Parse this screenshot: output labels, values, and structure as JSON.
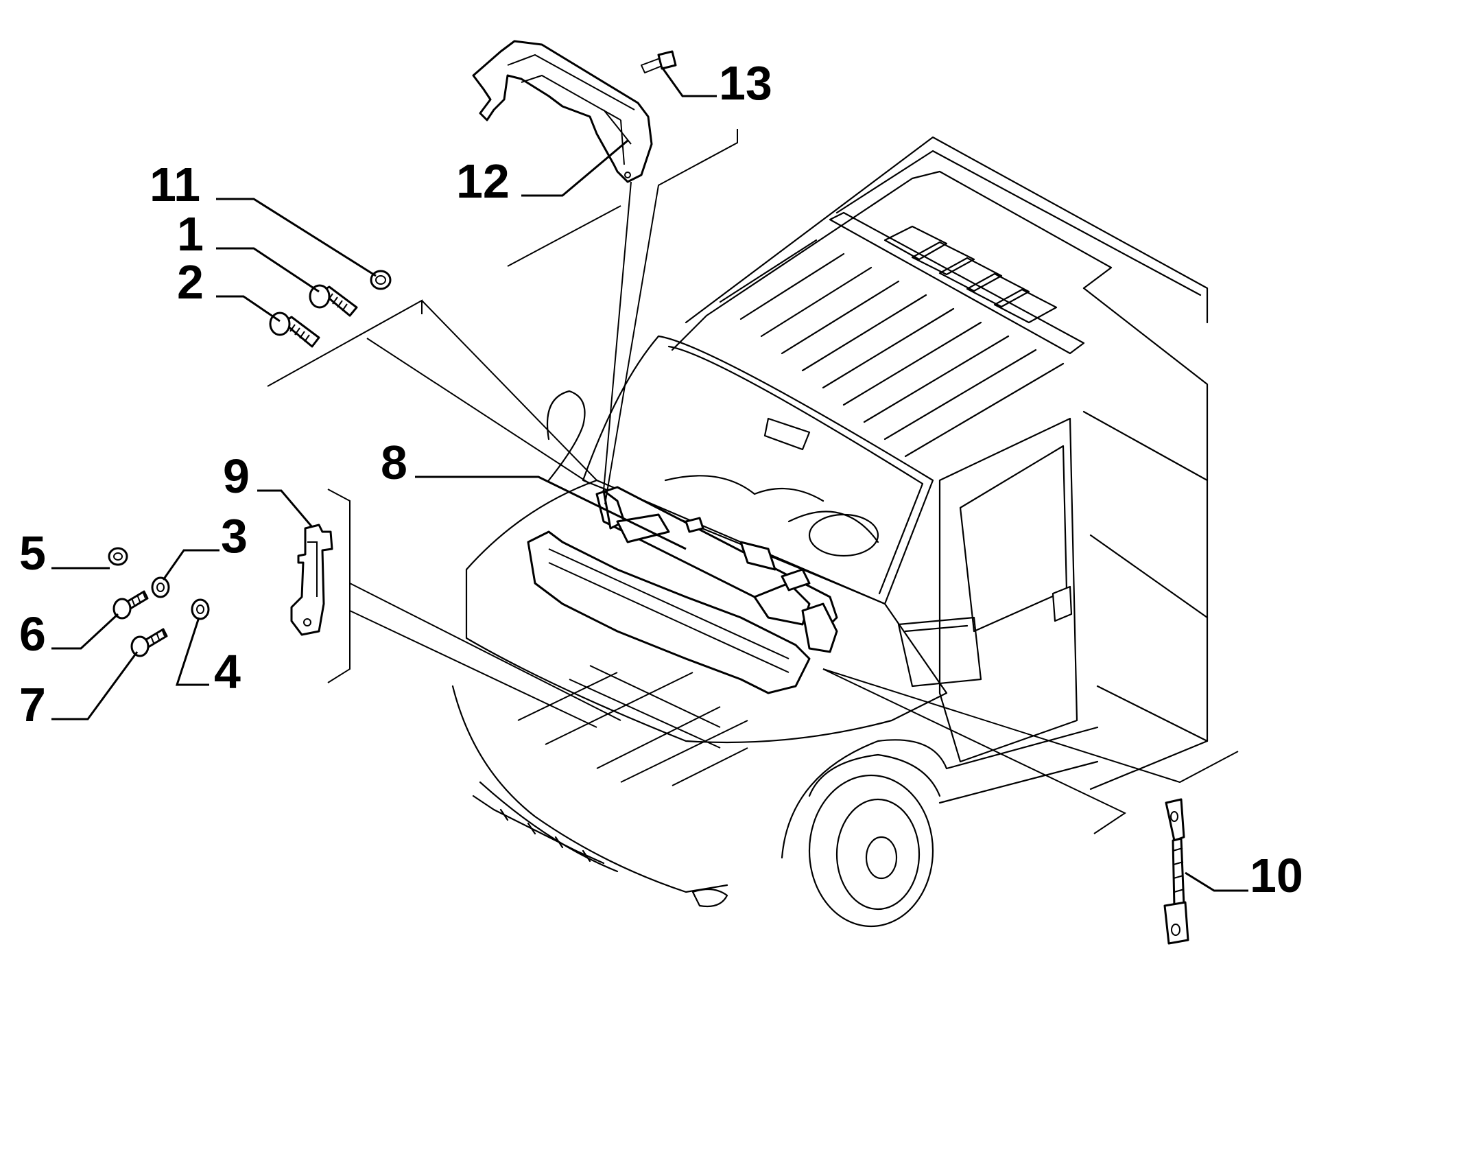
{
  "callouts": {
    "c1": "1",
    "c2": "2",
    "c3": "3",
    "c4": "4",
    "c5": "5",
    "c6": "6",
    "c7": "7",
    "c8": "8",
    "c9": "9",
    "c10": "10",
    "c11": "11",
    "c12": "12",
    "c13": "13"
  },
  "colors": {
    "ink": "#000000",
    "background": "#ffffff"
  }
}
